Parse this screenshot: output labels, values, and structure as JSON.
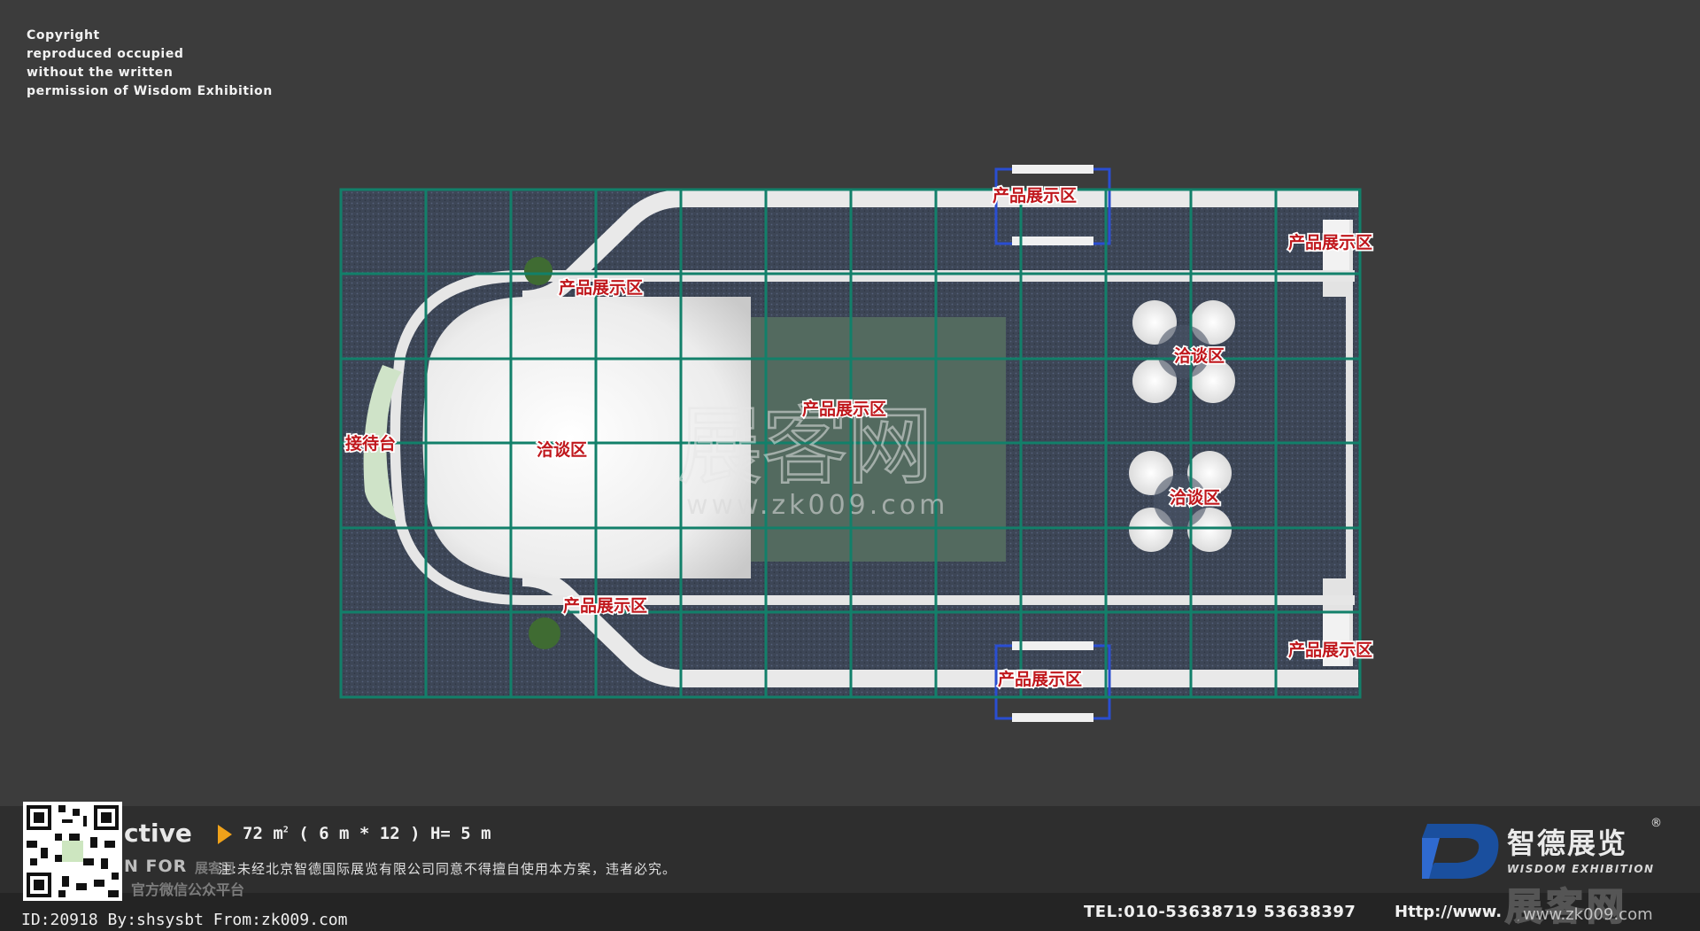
{
  "copyright": {
    "lines": [
      "Copyright",
      "reproduced occupied",
      "without the written",
      "permission of Wisdom Exhibition"
    ]
  },
  "zones": {
    "product_top_center": "产品展示区",
    "product_top_right": "产品展示区",
    "product_upper_curve": "产品展示区",
    "product_center": "产品展示区",
    "negotiation_right_upper": "洽谈区",
    "reception": "接待台",
    "negotiation_left": "洽谈区",
    "negotiation_right_lower": "洽谈区",
    "product_lower_curve": "产品展示区",
    "product_bottom_right": "产品展示区",
    "product_bottom_center": "产品展示区"
  },
  "watermark": {
    "main": "展客网",
    "url": "www.zk009.com"
  },
  "footer": {
    "title": "ctive",
    "spec_area": "72",
    "spec_unit": "m",
    "spec_sup": "2",
    "spec_dims": "( 6 m  * 12 ) H= 5 m",
    "for_label": "N FOR",
    "for_sub": "展客网",
    "notice": "注:未经北京智德国际展览有限公司同意不得擅自使用本方案，违者必究。",
    "wechat": "官方微信公众平台",
    "brand_cn": "智德展览",
    "brand_reg": "®",
    "brand_en": "WISDOM EXHIBITION",
    "tel": "TEL:010-53638719   53638397",
    "url": "Http://www.",
    "id_line": "ID:20918 By:shsysbt From:zk009.com",
    "corner_wm": "展客网",
    "corner_wm_url": "www.zk009.com"
  },
  "colors": {
    "background": "#3c3c3c",
    "grid": "#12806a",
    "label": "#c0171c",
    "accent": "#f0a21a",
    "brand_blue": "#1a4f9e"
  }
}
